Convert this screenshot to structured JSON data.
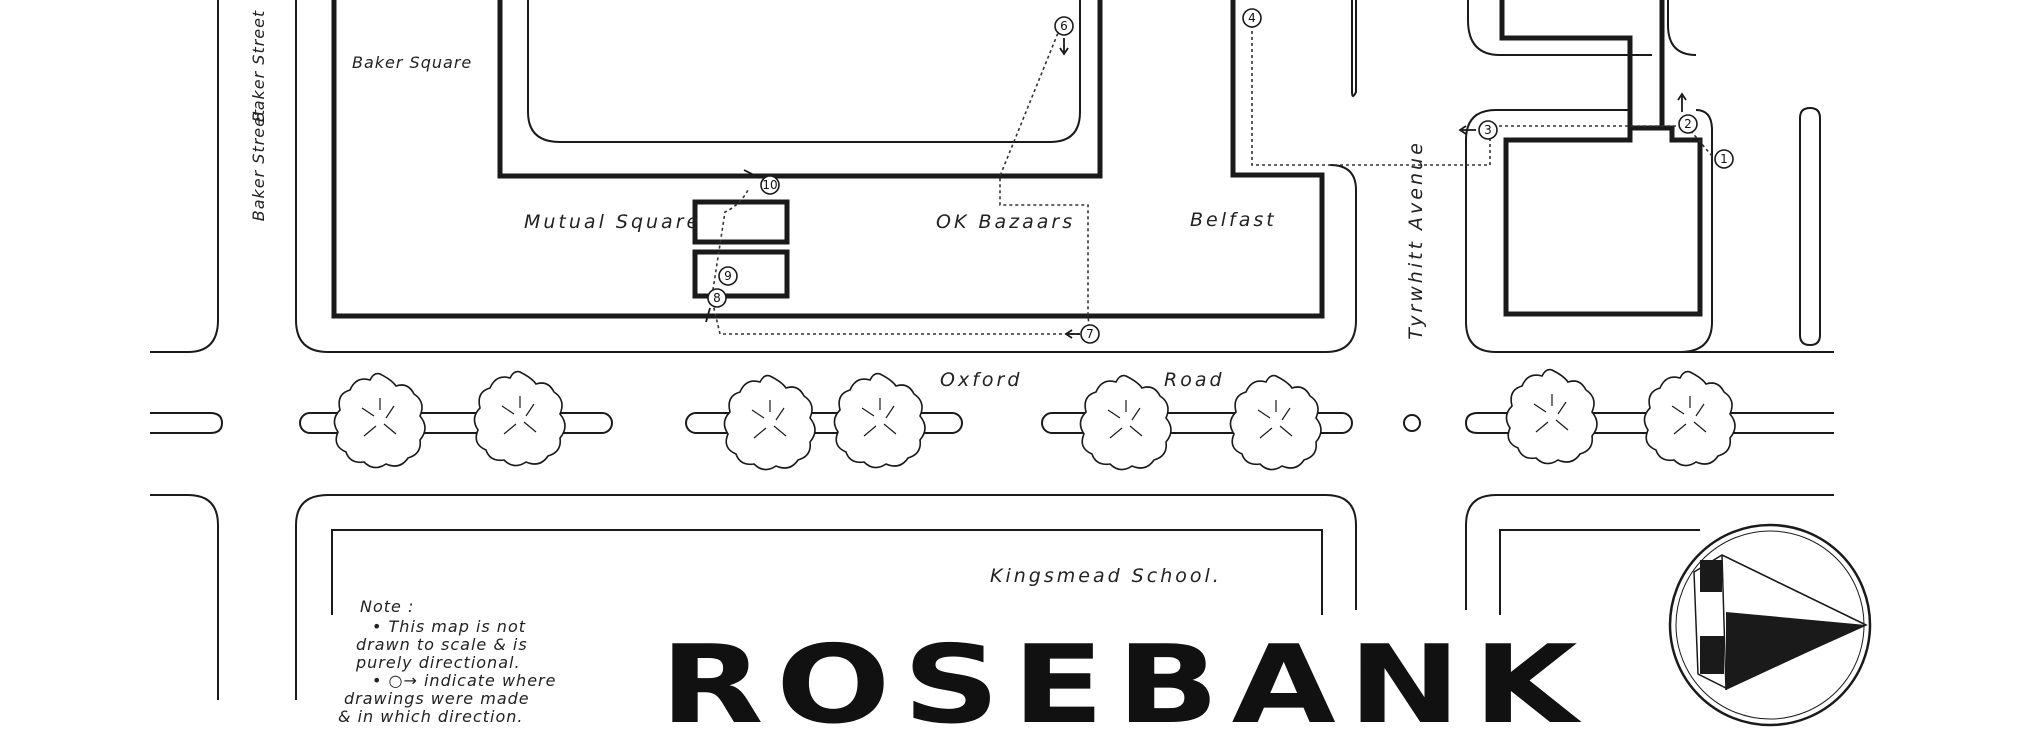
{
  "map": {
    "title": "ROSEBANK",
    "colors": {
      "ink": "#1a1a1a",
      "paper": "#ffffff"
    },
    "labels": {
      "baker_street": "Baker Street",
      "baker_square": "Baker Square",
      "mutual_square": "Mutual Square",
      "ok_bazaars": "OK Bazaars",
      "belfast": "Belfast",
      "tyrwhitt_avenue": "Tyrwhitt Avenue",
      "oxford": "Oxford",
      "road": "Road",
      "kingsmead_school": "Kingsmead School."
    },
    "note": {
      "heading": "Note :",
      "line1": "• This map is not",
      "line2": "drawn to scale & is",
      "line3": "purely directional.",
      "line4": "• ○→ indicate where",
      "line5": "drawings were made",
      "line6": "& in which direction."
    },
    "markers": [
      "1",
      "2",
      "3",
      "4",
      "6",
      "7",
      "8",
      "9",
      "10"
    ],
    "north_arrow_icon": "north-arrow-compass-icon",
    "tree_icon": "tree-canopy-icon"
  }
}
